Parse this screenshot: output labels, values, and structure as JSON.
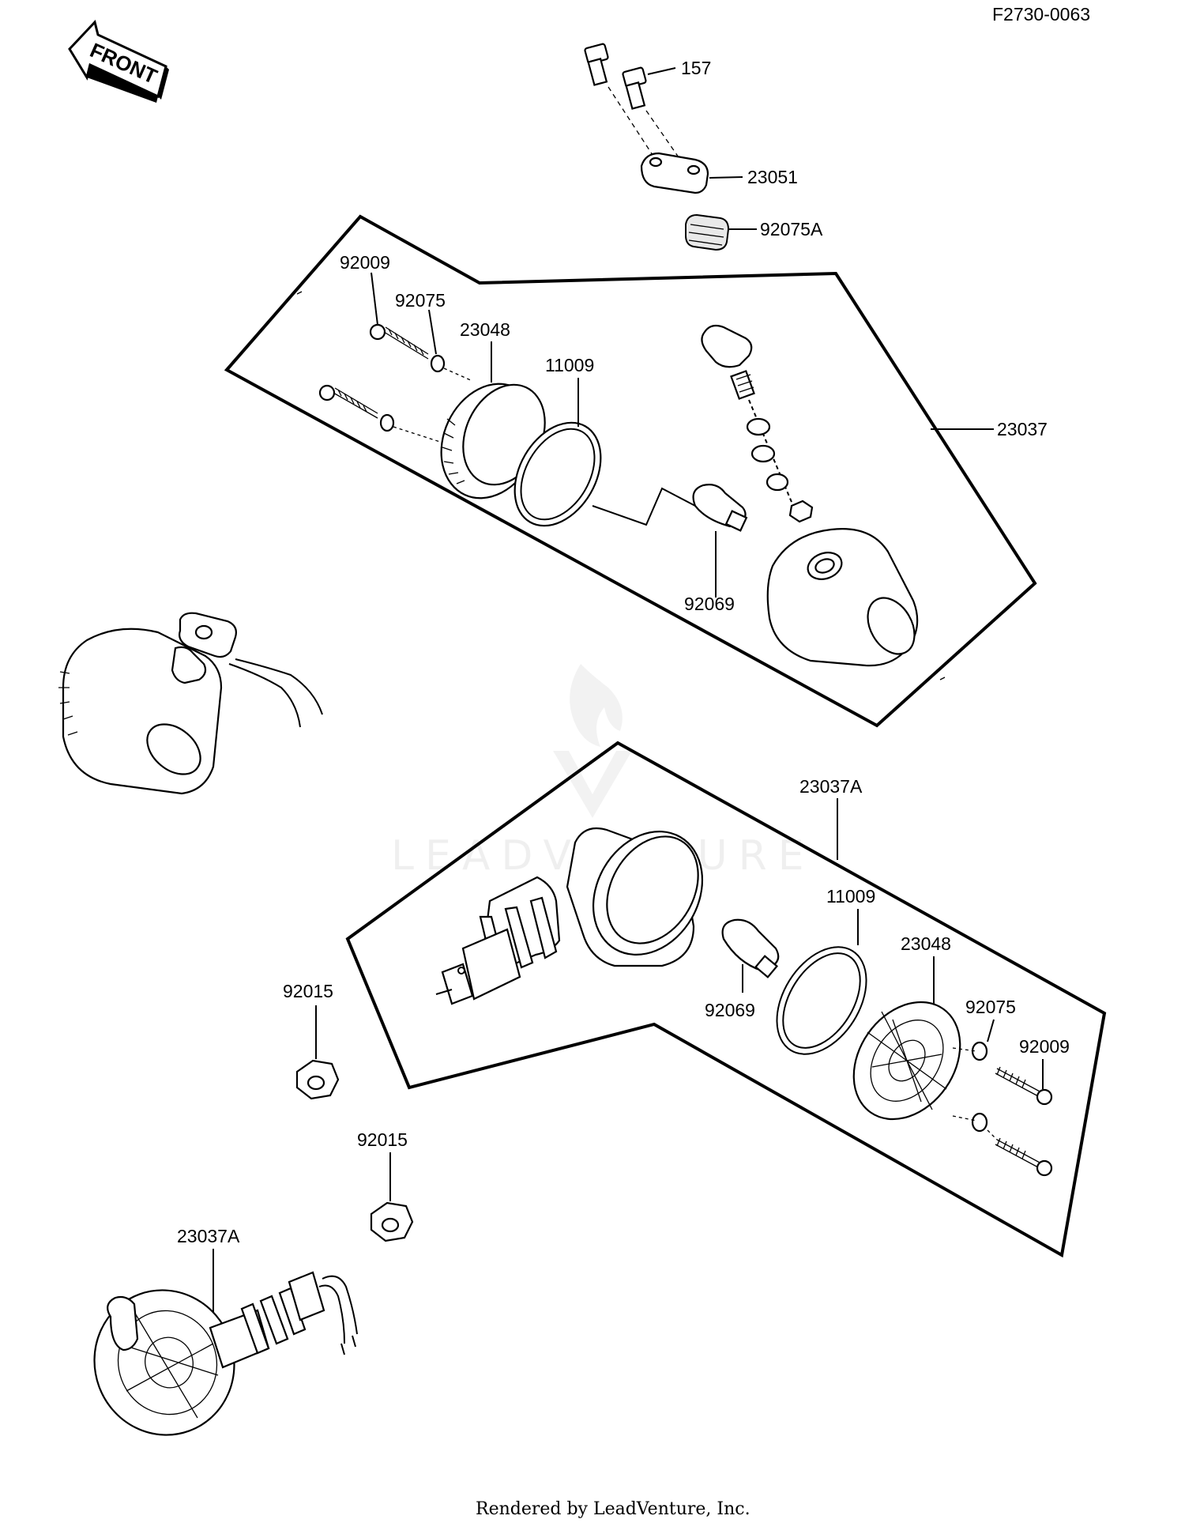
{
  "diagram": {
    "code": "F2730-0063",
    "front_label": "FRONT",
    "footer": "Rendered by LeadVenture, Inc.",
    "watermark": "LEADVENTURE",
    "parts": {
      "p157": "157",
      "p23051": "23051",
      "p92075A": "92075A",
      "p23037": "23037",
      "p23037A_top": "23037A",
      "p23037A_bottom": "23037A",
      "upper_92009": "92009",
      "upper_92075": "92075",
      "upper_23048": "23048",
      "upper_11009": "11009",
      "upper_92069": "92069",
      "lower_11009": "11009",
      "lower_23048": "23048",
      "lower_92075": "92075",
      "lower_92009": "92009",
      "lower_92069": "92069",
      "nut_92015_a": "92015",
      "nut_92015_b": "92015"
    }
  }
}
